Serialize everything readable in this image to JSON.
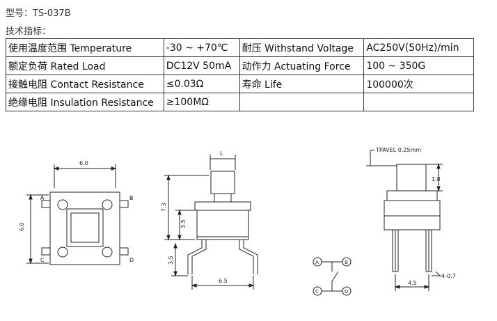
{
  "header": {
    "model": "型号：TS-037B",
    "spec_heading": "技术指标："
  },
  "spec_table": {
    "rows": [
      [
        "使用温度范围 Temperature",
        "-30 ~ +70℃",
        "耐压 Withstand Voltage",
        "AC250V(50Hz)/min"
      ],
      [
        "额定负荷 Rated Load",
        "DC12V 50mA",
        "动作力 Actuating Force",
        "100 ~ 350G"
      ],
      [
        "接触电阻 Contact Resistance",
        "≤0.03Ω",
        "寿命 Life",
        "100000次"
      ],
      [
        "绝缘电阻 Insulation Resistance",
        "≥100MΩ",
        "",
        ""
      ]
    ]
  },
  "drawing": {
    "top_width": "6.0",
    "top_height": "6.0",
    "pin_a": "A",
    "pin_b": "B",
    "pin_c": "C",
    "pin_d": "D",
    "side_l": "L",
    "side_total": "7.3",
    "side_body": "3.5",
    "side_leg": "3.5",
    "side_width": "6.5",
    "end_tpavel": "TPAVEL 0.25mm",
    "end_plunger": "1.8",
    "end_pitch": "4.5",
    "end_leg": "4-0.7",
    "sch_a": "A",
    "sch_b": "B",
    "sch_c": "C",
    "sch_d": "D"
  }
}
